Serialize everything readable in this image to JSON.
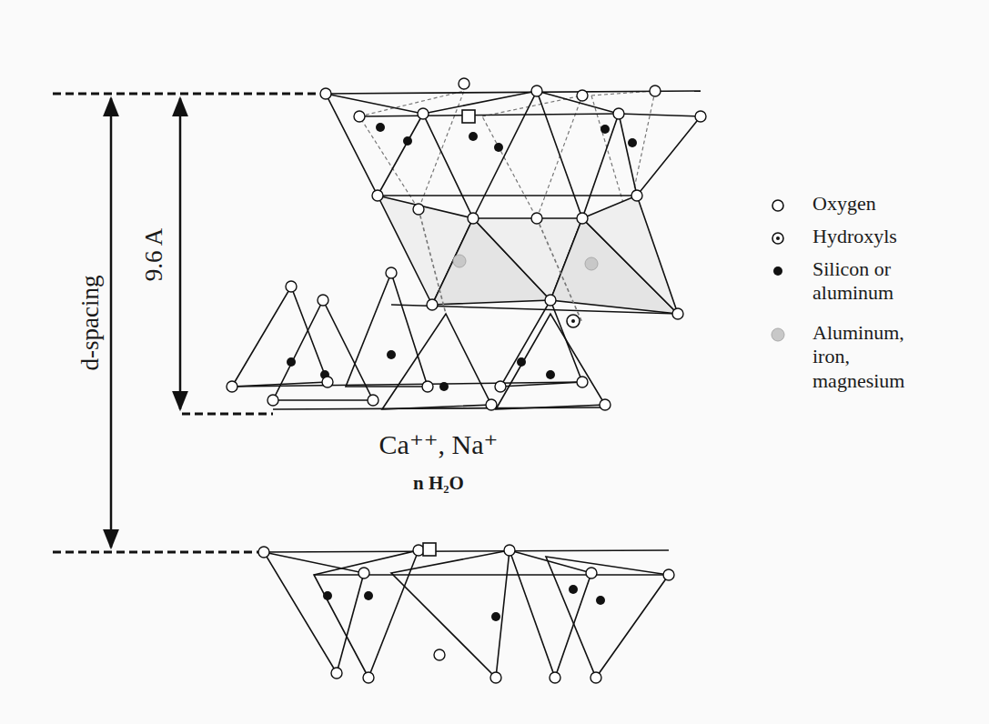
{
  "diagram": {
    "labels": [
      "d-spacing",
      "9.6 A",
      "Ca⁺⁺, Na⁺",
      "n H₂O"
    ],
    "legend": [
      {
        "text": "Oxygen"
      },
      {
        "text": "Hydroxyls"
      },
      {
        "text": "Silicon or aluminum"
      },
      {
        "text": "Aluminum, iron, magnesium"
      }
    ]
  }
}
